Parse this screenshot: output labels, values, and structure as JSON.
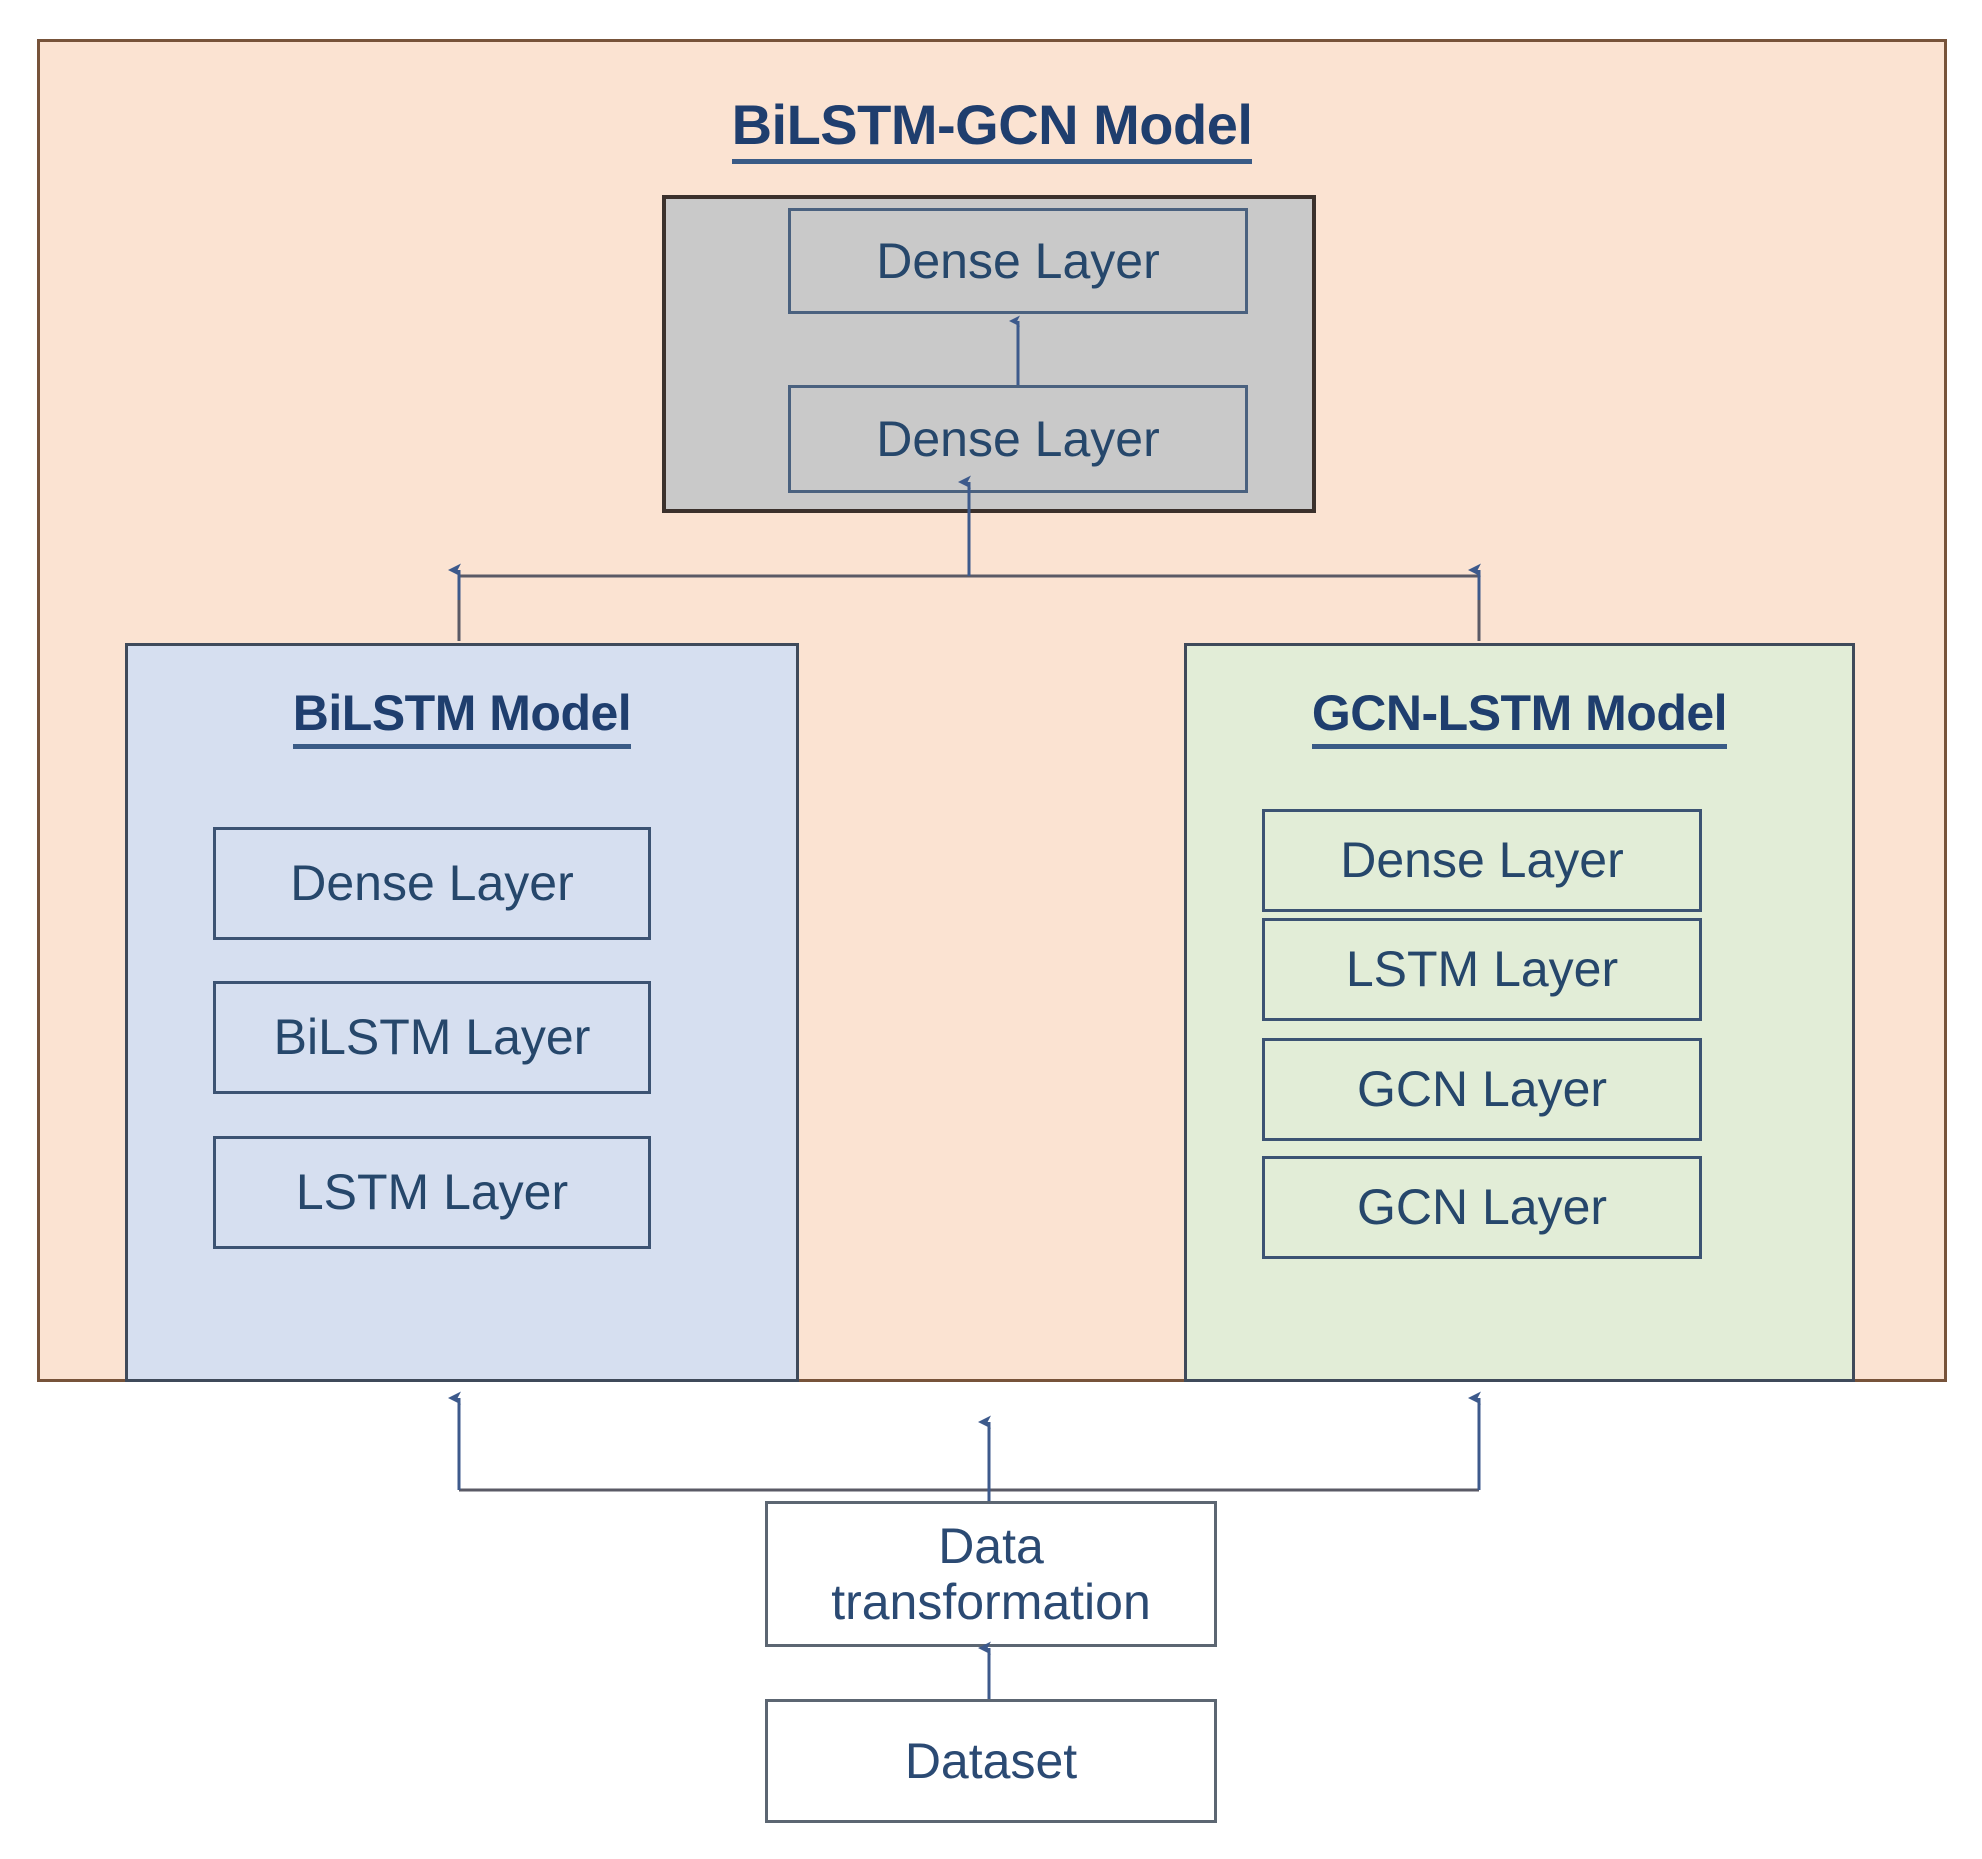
{
  "diagram": {
    "title": "BiLSTM-GCN Model",
    "colors": {
      "outer_background": "#FBE3D2",
      "outer_border": "#77533A",
      "grey_container": "#C9C9C9",
      "bilstm_panel": "#D6DFF0",
      "gcnlstm_panel": "#E2EDD7",
      "heading_text": "#1F3E6E",
      "box_text": "#26476B",
      "box_border": "#3C5373",
      "arrow": "#3D5A8C"
    }
  },
  "top_block": {
    "layers": [
      {
        "label": "Dense Layer"
      },
      {
        "label": "Dense Layer"
      }
    ]
  },
  "bilstm_model": {
    "title": "BiLSTM Model",
    "layers": [
      {
        "label": "Dense Layer"
      },
      {
        "label": "BiLSTM Layer"
      },
      {
        "label": "LSTM Layer"
      }
    ]
  },
  "gcnlstm_model": {
    "title": "GCN-LSTM Model",
    "layers": [
      {
        "label": "Dense Layer"
      },
      {
        "label": "LSTM Layer"
      },
      {
        "label": "GCN Layer"
      },
      {
        "label": "GCN Layer"
      }
    ]
  },
  "pipeline": {
    "transform": {
      "line1": "Data",
      "line2": "transformation"
    },
    "dataset": {
      "label": "Dataset"
    }
  }
}
